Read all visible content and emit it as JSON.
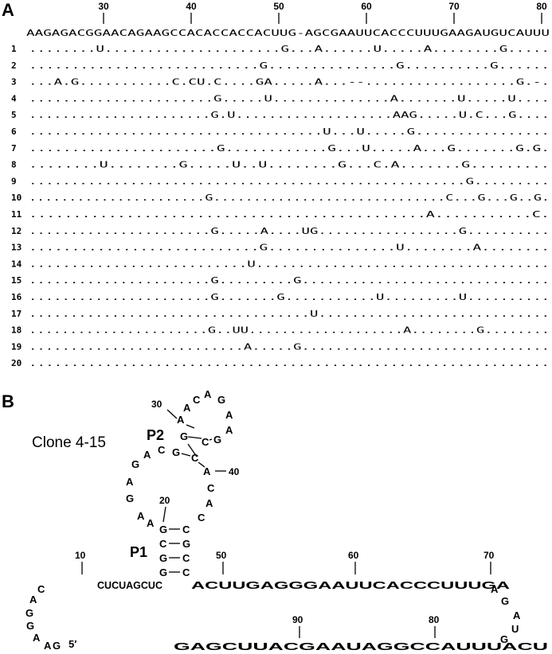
{
  "panel_a": {
    "label": "A",
    "ruler_ticks": [
      "30",
      "40",
      "50",
      "60",
      "70",
      "80"
    ],
    "reference": "AAGAGACGGAACAGAAGCCACACCACCACUUG-AGCGAAUUCACCCUUUGAAGAUGUCAUUU",
    "rows": [
      {
        "n": "1",
        "seq": "........U.....................G...A......U.....A........G....."
      },
      {
        "n": "2",
        "seq": "...........................G...............G..........G......"
      },
      {
        "n": "3",
        "seq": "...A.G...........C.CU.C....GA.....A...--..................G.-."
      },
      {
        "n": "4",
        "seq": "......................G.....U..............A.......U.....U...."
      },
      {
        "n": "5",
        "seq": "......................G.U...................AAG.....U.C...G...."
      },
      {
        "n": "6",
        "seq": "...................................U...U.....G................"
      },
      {
        "n": "7",
        "seq": "......................G............G...U.....A...G.......G.G."
      },
      {
        "n": "8",
        "seq": "........U........G.....U..U........G...C.A.......G........."
      },
      {
        "n": "9",
        "seq": "....................................................G........."
      },
      {
        "n": "10",
        "seq": "......................G.............................C...G...G..G."
      },
      {
        "n": "11",
        "seq": ".............................................A...........C."
      },
      {
        "n": "12",
        "seq": "......................G.....A....UG.................G.........."
      },
      {
        "n": "13",
        "seq": "...........................G...............U........A........"
      },
      {
        "n": "14",
        "seq": "..........................U..................................."
      },
      {
        "n": "15",
        "seq": "......................G.........G.............................."
      },
      {
        "n": "16",
        "seq": "......................G.......G...........U.........U.........."
      },
      {
        "n": "17",
        "seq": "..................................U............................"
      },
      {
        "n": "18",
        "seq": "......................G..UU...................A........G........"
      },
      {
        "n": "19",
        "seq": "..........................A.....G.............................."
      },
      {
        "n": "20",
        "seq": ".............................................................."
      }
    ]
  },
  "panel_b": {
    "label": "B",
    "clone": "Clone 4-15",
    "helix_p1": "P1",
    "helix_p2": "P2",
    "nums": [
      "30",
      "40",
      "20",
      "10",
      "50",
      "60",
      "70",
      "80",
      "90"
    ],
    "five_prime": "5′",
    "segment_10": "CUCUAGCUC",
    "segment_50": "ACUUGAGGGAAUUCACCCUUUGA",
    "segment_bottom": "GAGCUUACGAAUAGGCCAUUUACU"
  }
}
